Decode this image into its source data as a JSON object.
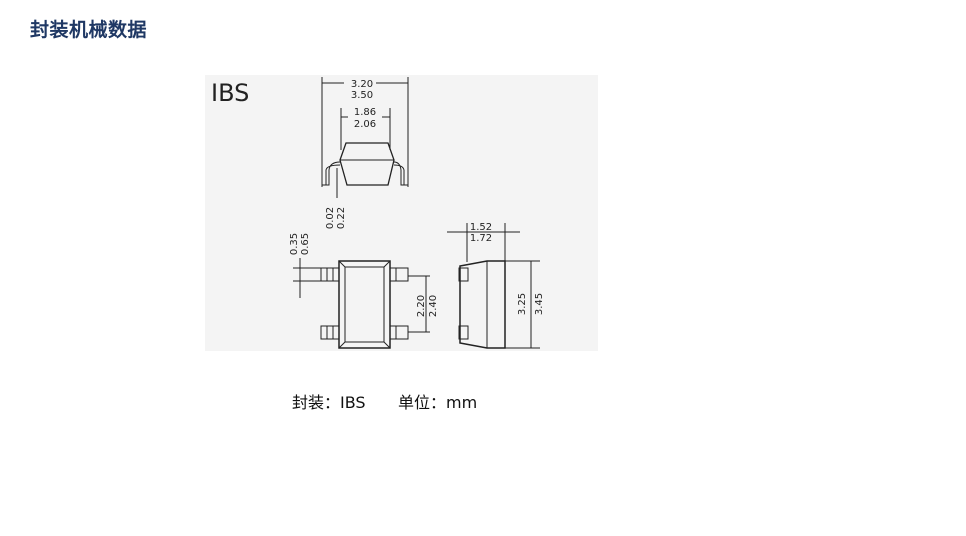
{
  "title": "封装机械数据",
  "drawing": {
    "package_name": "IBS",
    "dims": {
      "width_min": "3.20",
      "width_max": "3.50",
      "body_min": "1.86",
      "body_max": "2.06",
      "standoff_min": "0.02",
      "standoff_max": "0.22",
      "lead_min": "0.35",
      "lead_max": "0.65",
      "pitch_min": "2.20",
      "pitch_max": "2.40",
      "height_min": "1.52",
      "height_max": "1.72",
      "length_min": "3.25",
      "length_max": "3.45"
    }
  },
  "caption": {
    "package": "封装：IBS",
    "unit": "单位：mm"
  }
}
